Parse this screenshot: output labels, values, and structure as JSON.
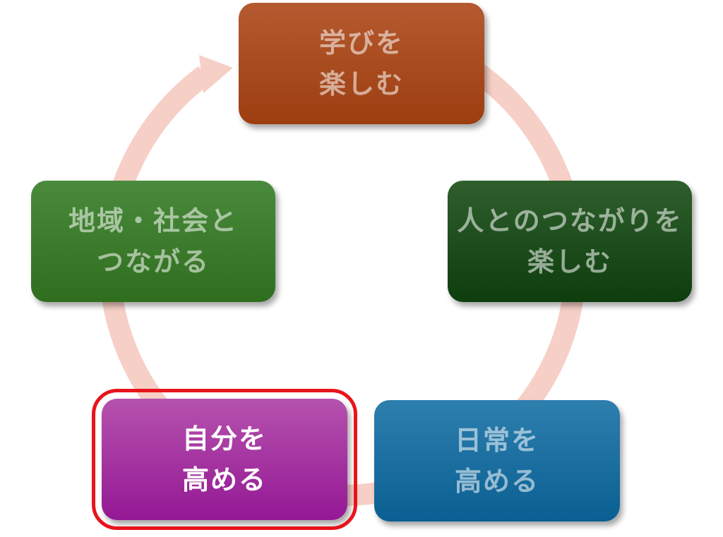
{
  "colors": {
    "ring": "#f6cfc6",
    "highlight_outline": "#e8141c"
  },
  "nodes": [
    {
      "key": "learn",
      "lines": [
        "学びを",
        "楽しむ"
      ],
      "color_top": "#b55a30",
      "color_bottom": "#9c3e10",
      "highlighted": false
    },
    {
      "key": "people",
      "lines": [
        "人とのつながりを",
        "楽しむ"
      ],
      "color_top": "#2e5f2c",
      "color_bottom": "#0e3d0e",
      "highlighted": false
    },
    {
      "key": "daily",
      "lines": [
        "日常を",
        "高める"
      ],
      "color_top": "#2d7fae",
      "color_bottom": "#0a5f92",
      "highlighted": false
    },
    {
      "key": "self",
      "lines": [
        "自分を",
        "高める"
      ],
      "color_top": "#b552ae",
      "color_bottom": "#941894",
      "highlighted": true
    },
    {
      "key": "society",
      "lines": [
        "地域・社会と",
        "つながる"
      ],
      "color_top": "#4a8a3c",
      "color_bottom": "#2f6e1e",
      "highlighted": false
    }
  ]
}
